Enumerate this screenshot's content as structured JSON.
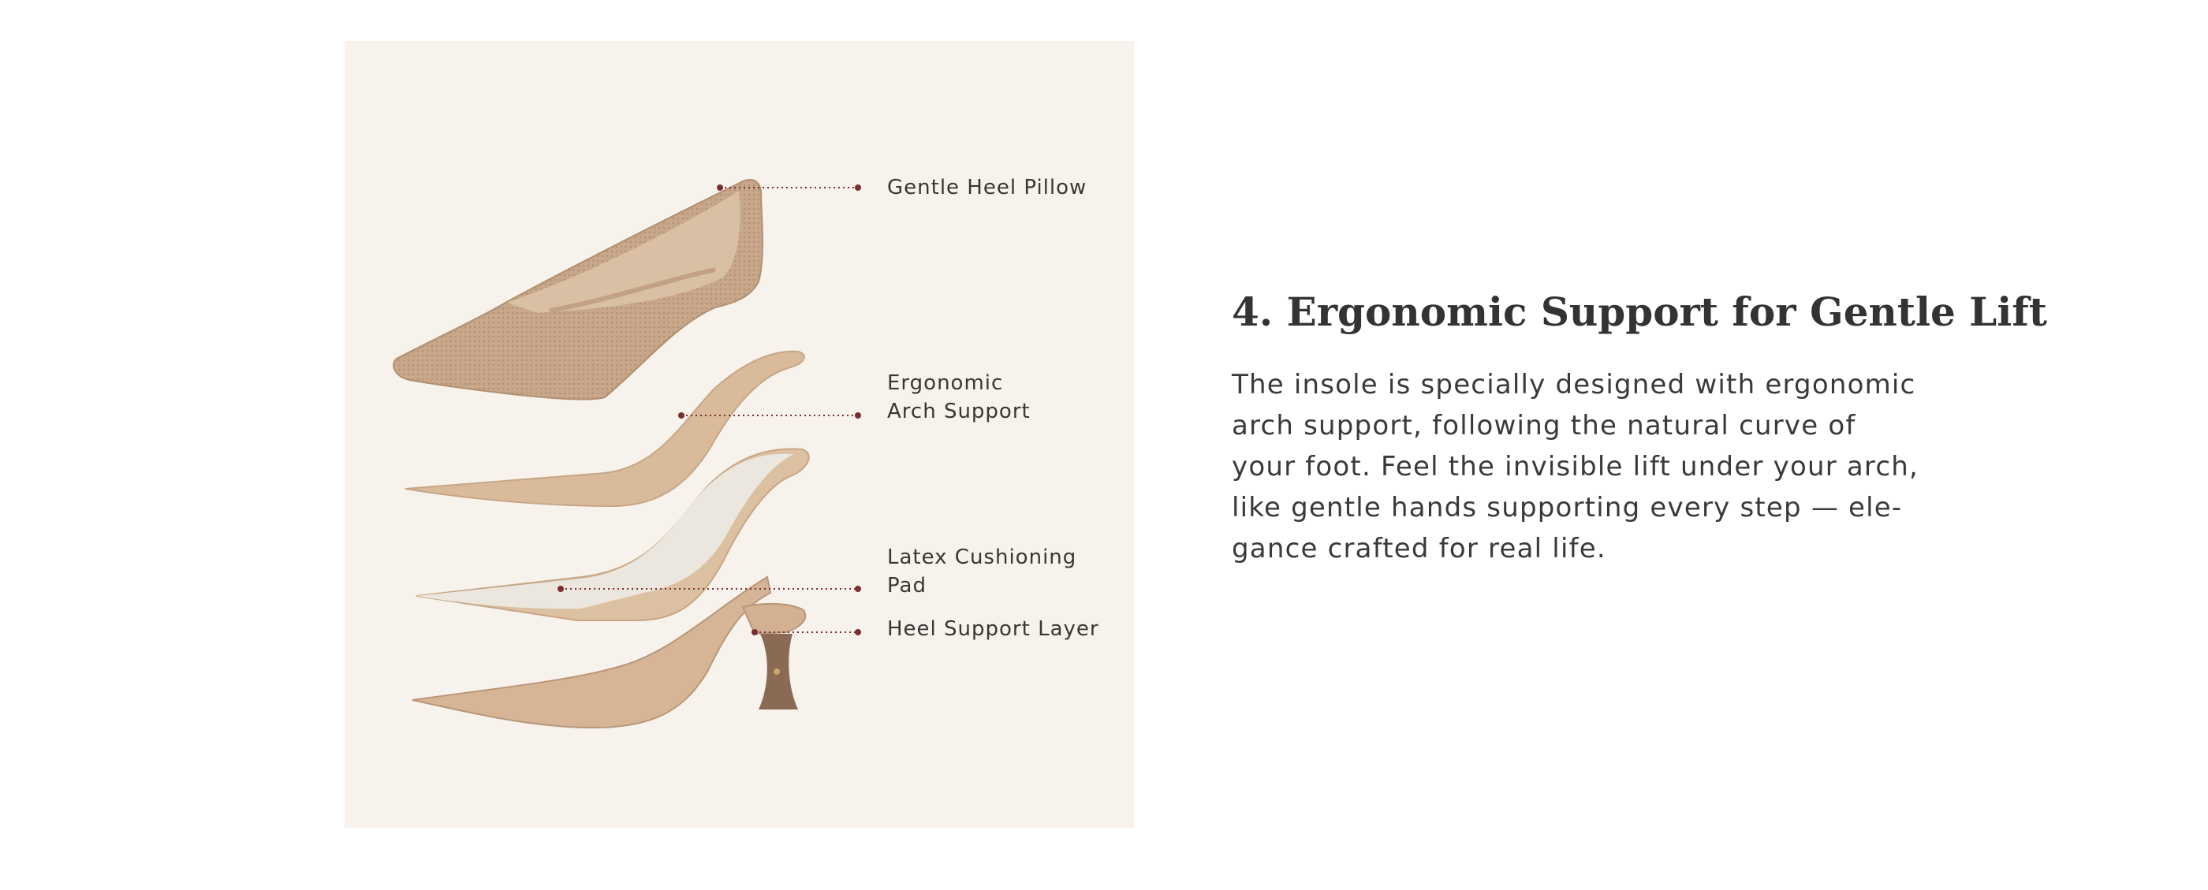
{
  "image": {
    "labels": {
      "heel_pillow": "Gentle Heel Pillow",
      "arch_line1": "Ergonomic",
      "arch_line2": "Arch Support",
      "latex_line1": "Latex Cushioning",
      "latex_line2": "Pad",
      "heel_layer": "Heel Support Layer"
    },
    "colors": {
      "background": "#f7f2ec",
      "leader_dot": "#7a2e2e",
      "upper": "#c8a78a",
      "insole": "#d9bb9c",
      "latex": "#ebe7de",
      "heel": "#8a6a55"
    }
  },
  "section": {
    "heading": "4. Ergonomic Support for Gentle Lift",
    "body_lines": [
      "The insole is specially designed with ergonomic",
      "arch support, following the natural curve of",
      "your foot. Feel the invisible lift under your arch,",
      "like gentle hands supporting every step — ele-",
      "gance crafted for real life."
    ]
  }
}
